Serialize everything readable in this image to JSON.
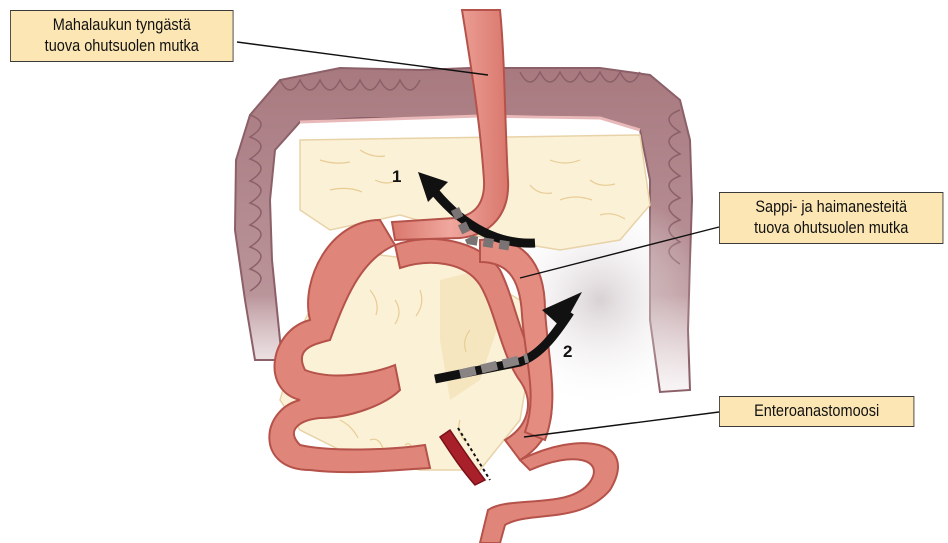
{
  "labels": {
    "gastric_limb": [
      "Mahalaukun tyngästä",
      "tuova ohutsuolen mutka"
    ],
    "biliopancreatic_limb": [
      "Sappi- ja haimanesteitä",
      "tuova ohutsuolen mutka"
    ],
    "anastomosis": [
      "Enteroanastomoosi"
    ]
  },
  "arrows": {
    "arrow1_number": "1",
    "arrow2_number": "2"
  },
  "colors": {
    "label_fill": "#fce7b4",
    "colon": "#a87a80",
    "intestine": "#e0857a",
    "mesentery": "#fbf1d6",
    "arrow": "#111111"
  }
}
